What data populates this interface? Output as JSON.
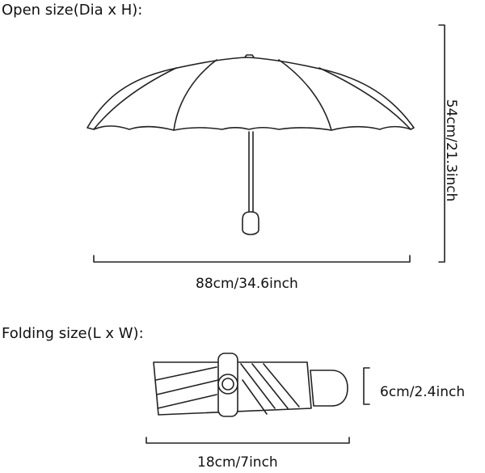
{
  "open_section": {
    "title": "Open size(Dia x H):",
    "diameter_label": "88cm/34.6inch",
    "height_label": "54cm/21.3inch"
  },
  "folding_section": {
    "title": "Folding size(L x W):",
    "width_label": "6cm/2.4inch",
    "length_label": "18cm/7inch"
  }
}
